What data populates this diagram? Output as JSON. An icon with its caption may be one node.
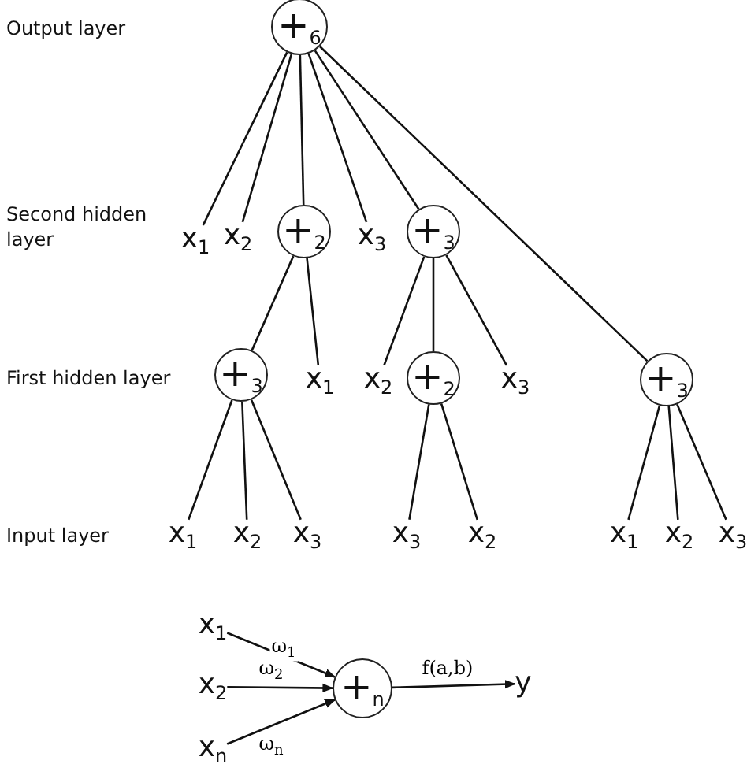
{
  "diagram": {
    "nodes": [
      {
        "text": [
          "+$_{6}$"
        ]
      },
      {
        "text": [
          "x$_{1}$"
        ]
      },
      {
        "text": [
          "x$_{2}$"
        ]
      },
      {
        "text": [
          "+$_{2}$"
        ]
      },
      {
        "text": [
          "x$_{3}$"
        ]
      },
      {
        "text": [
          "+$_{3}$"
        ]
      },
      {
        "text": [
          "+$_{3}$"
        ]
      },
      {
        "text": [
          "x$_{1}$"
        ]
      },
      {
        "text": [
          "x$_{2}$"
        ]
      },
      {
        "text": [
          "+$_{2}$"
        ]
      },
      {
        "text": [
          "x$_{3}$"
        ]
      },
      {
        "text": [
          "+$_{3}$"
        ]
      },
      {
        "text": [
          "x$_{1}$"
        ]
      },
      {
        "text": [
          "x$_{2}$"
        ]
      },
      {
        "text": [
          "x$_{3}$"
        ]
      },
      {
        "text": [
          "x$_{3}$"
        ]
      },
      {
        "text": [
          "x$_{2}$"
        ]
      },
      {
        "text": [
          "x$_{1}$"
        ]
      },
      {
        "text": [
          "x$_{2}$"
        ]
      },
      {
        "text": [
          "x$_{3}$"
        ]
      },
      {
        "text": [
          "x$_{1}$"
        ]
      },
      {
        "text": [
          "x$_{2}$"
        ]
      },
      {
        "text": [
          "x$_{n}$"
        ]
      },
      {
        "text": [
          "+$_{n}$"
        ]
      },
      {
        "text": [
          "y"
        ]
      }
    ],
    "edges": [
      {
        "from": 0,
        "to": 1,
        "arrow": "none"
      },
      {
        "from": 0,
        "to": 2,
        "arrow": "none"
      },
      {
        "from": 0,
        "to": 3,
        "arrow": "none"
      },
      {
        "from": 0,
        "to": 4,
        "arrow": "none"
      },
      {
        "from": 0,
        "to": 5,
        "arrow": "none"
      },
      {
        "from": 0,
        "to": 11,
        "arrow": "none"
      },
      {
        "from": 3,
        "to": 6,
        "arrow": "none"
      },
      {
        "from": 3,
        "to": 7,
        "arrow": "none"
      },
      {
        "from": 5,
        "to": 8,
        "arrow": "none"
      },
      {
        "from": 5,
        "to": 9,
        "arrow": "none"
      },
      {
        "from": 5,
        "to": 10,
        "arrow": "none"
      },
      {
        "from": 6,
        "to": 12,
        "arrow": "none"
      },
      {
        "from": 6,
        "to": 13,
        "arrow": "none"
      },
      {
        "from": 6,
        "to": 14,
        "arrow": "none"
      },
      {
        "from": 9,
        "to": 15,
        "arrow": "none"
      },
      {
        "from": 9,
        "to": 16,
        "arrow": "none"
      },
      {
        "from": 11,
        "to": 17,
        "arrow": "none"
      },
      {
        "from": 11,
        "to": 18,
        "arrow": "none"
      },
      {
        "from": 11,
        "to": 19,
        "arrow": "none"
      },
      {
        "from": 20,
        "to": 23,
        "label": "ω$_{1}$",
        "arrow": "to"
      },
      {
        "from": 21,
        "to": 23,
        "label": "ω$_{2}$",
        "arrow": "to"
      },
      {
        "from": 22,
        "to": 23,
        "label": "ω$_{n}$",
        "arrow": "to"
      },
      {
        "from": 23,
        "to": 24,
        "label": "f(a,b)",
        "arrow": "to"
      }
    ],
    "labels": [
      "Output layer",
      "Second hidden layer",
      "First hidden layer",
      "Input layer"
    ]
  }
}
